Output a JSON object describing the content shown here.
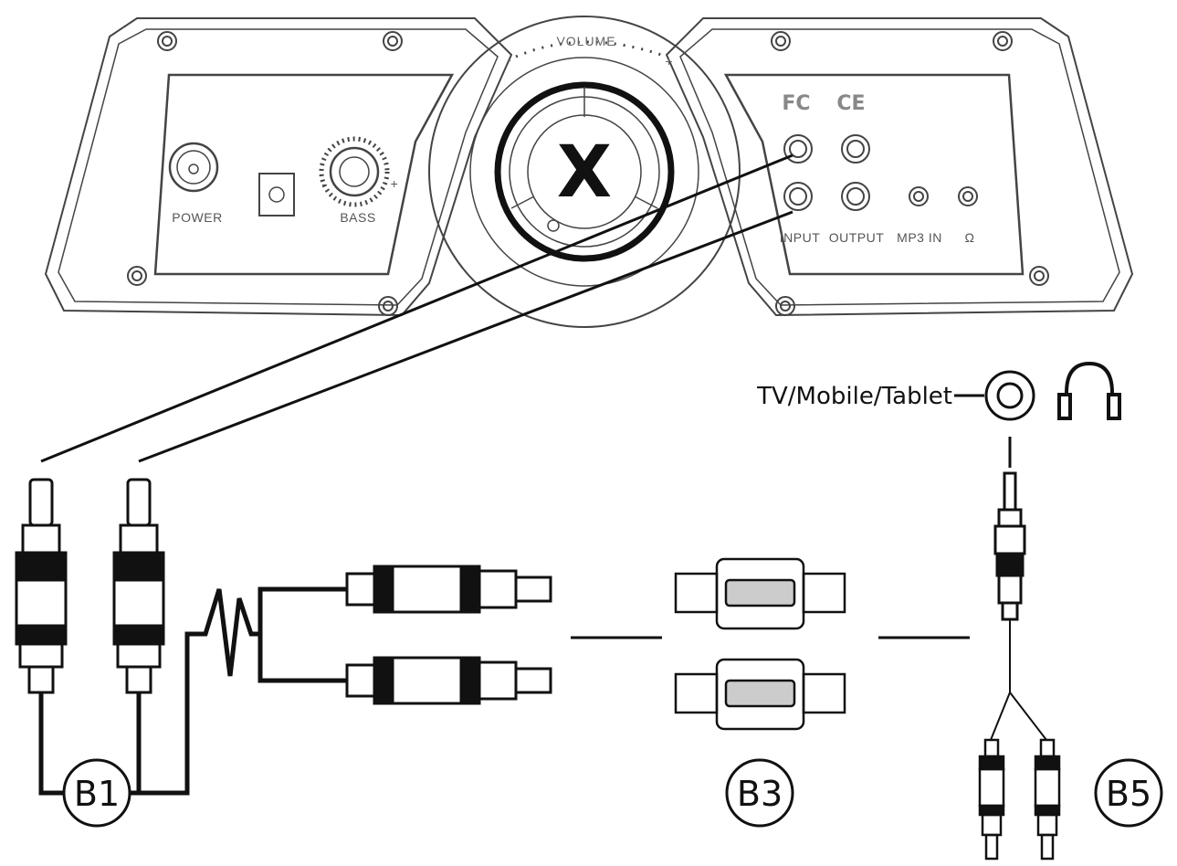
{
  "speaker_panel": {
    "volume_label": "VOLUME",
    "volume_minus": "-",
    "volume_plus": "+",
    "logo_mark": "X",
    "left_panel": {
      "power_label": "POWER",
      "bass_label": "BASS",
      "bass_minus": "-",
      "bass_plus": "+"
    },
    "right_panel": {
      "cert_fcc": "FC",
      "cert_ce": "CE",
      "input_label": "INPUT",
      "output_label": "OUTPUT",
      "mp3_label": "MP3 IN",
      "headphone_label": "Ω"
    }
  },
  "cables": {
    "b1_label": "B1",
    "b3_label": "B3",
    "b5_label": "B5",
    "source_label": "TV/Mobile/Tablet"
  },
  "icons": {
    "headphones": "headphones-icon",
    "jack": "audio-jack-icon"
  },
  "colors": {
    "line": "#111111",
    "panel_stroke": "#444444",
    "panel_label": "#555555"
  }
}
